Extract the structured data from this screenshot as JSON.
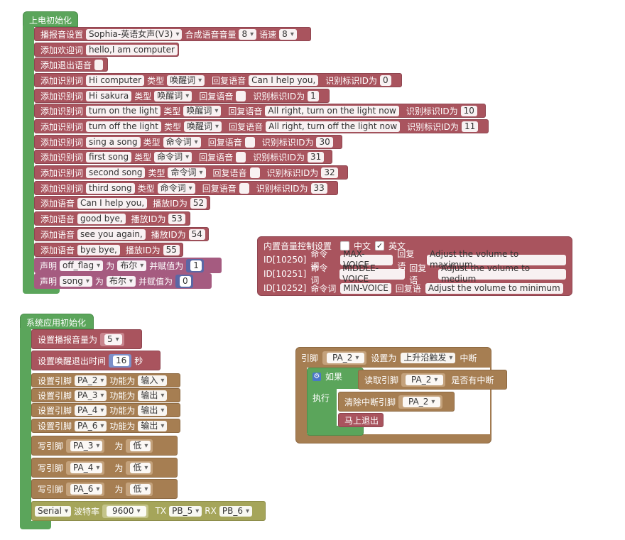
{
  "group1": {
    "hat_label": "上电初始化",
    "tts_set": {
      "label": "播报音设置",
      "voice": "Sophia-英语女声(V3)",
      "vol_label": "合成语音音量",
      "vol": "8",
      "speed_label": "语速",
      "speed": "8"
    },
    "welcome": {
      "label": "添加欢迎词",
      "value": "hello,I am computer"
    },
    "exit_voice": {
      "label": "添加退出语音"
    },
    "recog_rows": [
      {
        "label": "添加识别词",
        "word": "Hi computer",
        "type_label": "类型",
        "type": "唤醒词",
        "reply_label": "回复语音",
        "reply": "Can I help you,",
        "id_label": "识别标识ID为",
        "id": "0"
      },
      {
        "label": "添加识别词",
        "word": "Hi sakura",
        "type_label": "类型",
        "type": "唤醒词",
        "reply_label": "回复语音",
        "reply": "",
        "id_label": "识别标识ID为",
        "id": "1"
      },
      {
        "label": "添加识别词",
        "word": "turn on the light",
        "type_label": "类型",
        "type": "唤醒词",
        "reply_label": "回复语音",
        "reply": "All right, turn on the light now",
        "id_label": "识别标识ID为",
        "id": "10"
      },
      {
        "label": "添加识别词",
        "word": "turn off the light",
        "type_label": "类型",
        "type": "唤醒词",
        "reply_label": "回复语音",
        "reply": "All right, turn off the light now",
        "id_label": "识别标识ID为",
        "id": "11"
      },
      {
        "label": "添加识别词",
        "word": "sing a song",
        "type_label": "类型",
        "type": "命令词",
        "reply_label": "回复语音",
        "reply": "",
        "id_label": "识别标识ID为",
        "id": "30"
      },
      {
        "label": "添加识别词",
        "word": "first song",
        "type_label": "类型",
        "type": "命令词",
        "reply_label": "回复语音",
        "reply": "",
        "id_label": "识别标识ID为",
        "id": "31"
      },
      {
        "label": "添加识别词",
        "word": "second song",
        "type_label": "类型",
        "type": "命令词",
        "reply_label": "回复语音",
        "reply": "",
        "id_label": "识别标识ID为",
        "id": "32"
      },
      {
        "label": "添加识别词",
        "word": "third song",
        "type_label": "类型",
        "type": "命令词",
        "reply_label": "回复语音",
        "reply": "",
        "id_label": "识别标识ID为",
        "id": "33"
      }
    ],
    "voice_rows": [
      {
        "label": "添加语音",
        "value": "Can I help you,",
        "id_label": "播放ID为",
        "id": "52"
      },
      {
        "label": "添加语音",
        "value": "good bye,",
        "id_label": "播放ID为",
        "id": "53"
      },
      {
        "label": "添加语音",
        "value": "see you again,",
        "id_label": "播放ID为",
        "id": "54"
      },
      {
        "label": "添加语音",
        "value": "bye bye,",
        "id_label": "播放ID为",
        "id": "55"
      }
    ],
    "decl_rows": [
      {
        "label": "声明",
        "var": "off_flag",
        "as_label": "为",
        "type": "布尔",
        "assign_label": "并赋值为",
        "value": "1"
      },
      {
        "label": "声明",
        "var": "song",
        "as_label": "为",
        "type": "布尔",
        "assign_label": "并赋值为",
        "value": "0"
      }
    ]
  },
  "volume_block": {
    "title": "内置音量控制设置",
    "cn_label": "中文",
    "cn_checked": "",
    "en_label": "英文",
    "en_checked": "✓",
    "rows": [
      {
        "id": "ID[10250]",
        "cmd_label": "命令词",
        "cmd": "MAX-VOICE",
        "reply_label": "回复语",
        "reply": "Adjust the volume to maximum"
      },
      {
        "id": "ID[10251]",
        "cmd_label": "命令词",
        "cmd": "MIDDLE-VOICE",
        "reply_label": "回复语",
        "reply": "Adjust the volume to medium"
      },
      {
        "id": "ID[10252]",
        "cmd_label": "命令词",
        "cmd": "MIN-VOICE",
        "reply_label": "回复语",
        "reply": "Adjust the volume to minimum"
      }
    ]
  },
  "group2": {
    "hat_label": "系统应用初始化",
    "tts_vol": {
      "label": "设置播报音量为",
      "value": "5"
    },
    "wake_exit": {
      "label": "设置唤醒退出时间",
      "value": "16",
      "unit": "秒"
    },
    "pin_modes": [
      {
        "label": "设置引脚",
        "pin": "PA_2",
        "func_label": "功能为",
        "func": "输入"
      },
      {
        "label": "设置引脚",
        "pin": "PA_3",
        "func_label": "功能为",
        "func": "输出"
      },
      {
        "label": "设置引脚",
        "pin": "PA_4",
        "func_label": "功能为",
        "func": "输出"
      },
      {
        "label": "设置引脚",
        "pin": "PA_6",
        "func_label": "功能为",
        "func": "输出"
      }
    ],
    "writes": [
      {
        "label": "写引脚",
        "pin": "PA_3",
        "as_label": "为",
        "value": "低"
      },
      {
        "label": "写引脚",
        "pin": "PA_4",
        "as_label": "为",
        "value": "低"
      },
      {
        "label": "写引脚",
        "pin": "PA_6",
        "as_label": "为",
        "value": "低"
      }
    ],
    "serial": {
      "port": "Serial",
      "baud_label": "波特率",
      "baud": "9600",
      "tx_label": "TX",
      "tx": "PB_5",
      "rx_label": "RX",
      "rx": "PB_6"
    }
  },
  "interrupt": {
    "pin_label": "引脚",
    "pin": "PA_2",
    "set_label": "设置为",
    "mode": "上升沿触发",
    "tail": "中断",
    "if_label": "如果",
    "read_label": "读取引脚",
    "read_pin": "PA_2",
    "has_label": "是否有中断",
    "do_label": "执行",
    "clear_label": "清除中断引脚",
    "clear_pin": "PA_2",
    "exit_label": "马上退出"
  },
  "colors": {
    "text_block": "#a9545e",
    "event": "#5ba55b",
    "io": "#a67e52",
    "serial": "#a5a55a",
    "logic": "#745ba5"
  }
}
